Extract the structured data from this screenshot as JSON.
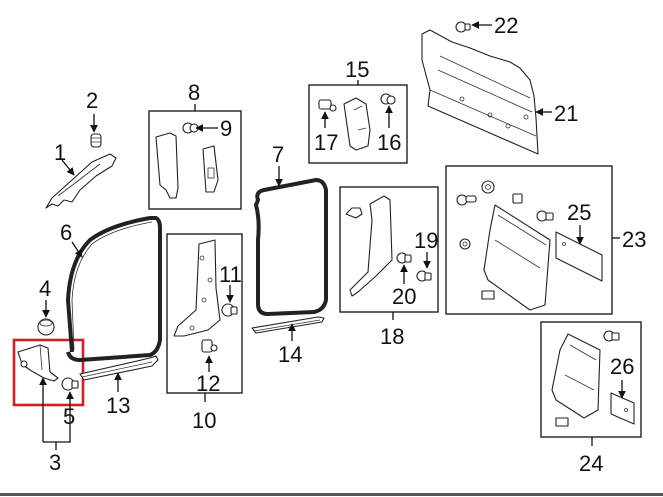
{
  "diagram": {
    "title": "Interior trim / pillar garnish parts diagram",
    "highlight_color": "#d02027",
    "highlighted_group": "3",
    "callouts": [
      {
        "id": "c1",
        "label": "1",
        "part": "front-pillar-garnish"
      },
      {
        "id": "c2",
        "label": "2",
        "part": "clip"
      },
      {
        "id": "c3",
        "label": "3",
        "part": "cowl-side-trim-assembly"
      },
      {
        "id": "c4",
        "label": "4",
        "part": "clip"
      },
      {
        "id": "c5",
        "label": "5",
        "part": "clip"
      },
      {
        "id": "c6",
        "label": "6",
        "part": "front-door-weatherstrip"
      },
      {
        "id": "c7",
        "label": "7",
        "part": "rear-door-weatherstrip"
      },
      {
        "id": "c8",
        "label": "8",
        "part": "center-pillar-upper-trim-assembly"
      },
      {
        "id": "c9",
        "label": "9",
        "part": "clip"
      },
      {
        "id": "c10",
        "label": "10",
        "part": "center-pillar-lower-trim-assembly"
      },
      {
        "id": "c11",
        "label": "11",
        "part": "clip"
      },
      {
        "id": "c12",
        "label": "12",
        "part": "clip"
      },
      {
        "id": "c13",
        "label": "13",
        "part": "front-scuff-plate"
      },
      {
        "id": "c14",
        "label": "14",
        "part": "rear-scuff-plate"
      },
      {
        "id": "c15",
        "label": "15",
        "part": "quarter-upper-trim-assembly"
      },
      {
        "id": "c16",
        "label": "16",
        "part": "clip"
      },
      {
        "id": "c17",
        "label": "17",
        "part": "cap"
      },
      {
        "id": "c18",
        "label": "18",
        "part": "quarter-lower-trim-assembly"
      },
      {
        "id": "c19",
        "label": "19",
        "part": "clip"
      },
      {
        "id": "c20",
        "label": "20",
        "part": "clip"
      },
      {
        "id": "c21",
        "label": "21",
        "part": "back-panel-trim"
      },
      {
        "id": "c22",
        "label": "22",
        "part": "clip"
      },
      {
        "id": "c23",
        "label": "23",
        "part": "rear-cover-assembly"
      },
      {
        "id": "c24",
        "label": "24",
        "part": "rear-cover-assembly"
      },
      {
        "id": "c25",
        "label": "25",
        "part": "insulator"
      },
      {
        "id": "c26",
        "label": "26",
        "part": "insulator"
      }
    ]
  }
}
